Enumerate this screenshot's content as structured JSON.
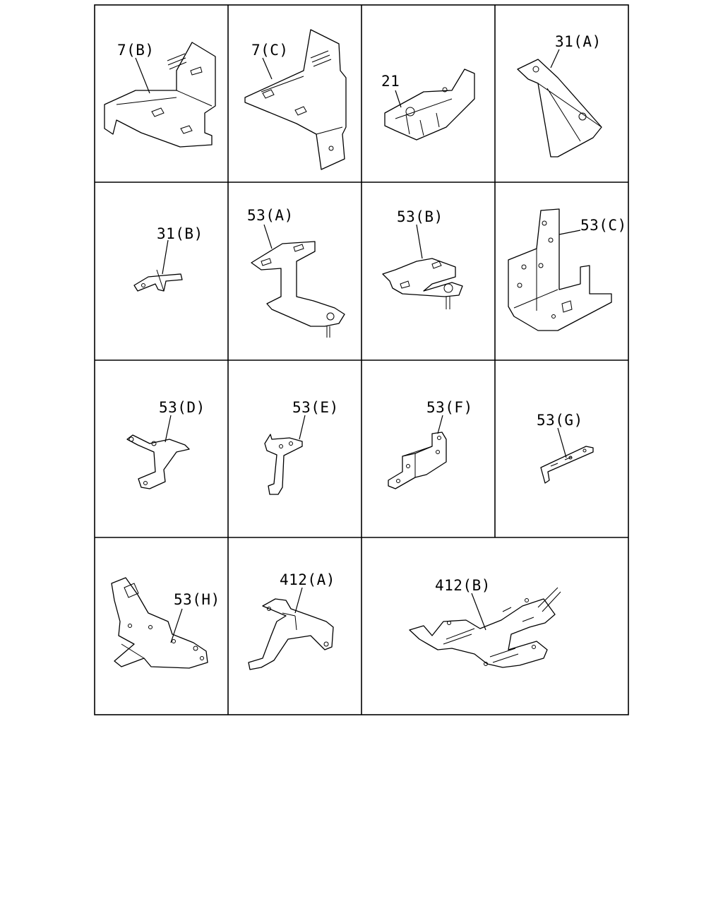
{
  "labels": {
    "c7b": "7(B)",
    "c7c": "7(C)",
    "c21": "21",
    "c31a": "31(A)",
    "c31b": "31(B)",
    "c53a": "53(A)",
    "c53b": "53(B)",
    "c53c": "53(C)",
    "c53d": "53(D)",
    "c53e": "53(E)",
    "c53f": "53(F)",
    "c53g": "53(G)",
    "c53h": "53(H)",
    "c412a": "412(A)",
    "c412b": "412(B)"
  }
}
